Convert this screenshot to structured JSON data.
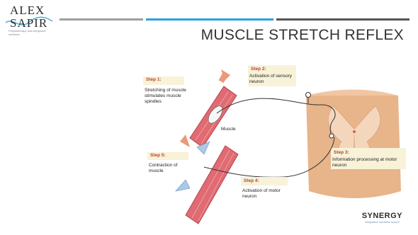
{
  "logo": {
    "line1": "ALEX",
    "line2": "SAPIR",
    "tagline": "Physiotherapy and integrative medicine"
  },
  "slide": {
    "title": "MUSCLE STRETCH REFLEX"
  },
  "diagram": {
    "muscle_label": "Muscle",
    "steps": [
      {
        "title": "Step 1:",
        "desc": "Stretching of muscle stimulates muscle spindles"
      },
      {
        "title": "Step 2:",
        "desc": "Activation of sensory neuron"
      },
      {
        "title": "Step 3:",
        "desc": "Information processing at motor neuron"
      },
      {
        "title": "Step 4:",
        "desc": "Activation of motor neuron"
      },
      {
        "title": "Step 5:",
        "desc": "Contraction of muscle"
      }
    ]
  },
  "footer": {
    "brand": "SYNERGY",
    "tagline": "integrative medicine school"
  },
  "colors": {
    "muscle": "#e06b73",
    "muscle_dark": "#b8424d",
    "spinal_cord": "#e8b48a",
    "grey_matter": "#f4d6bd",
    "arrow_stretch": "#e89a7a",
    "arrow_contract": "#a9c9e8",
    "step_box": "#f7f2d8",
    "accent_bar": "#2aa4d8"
  }
}
